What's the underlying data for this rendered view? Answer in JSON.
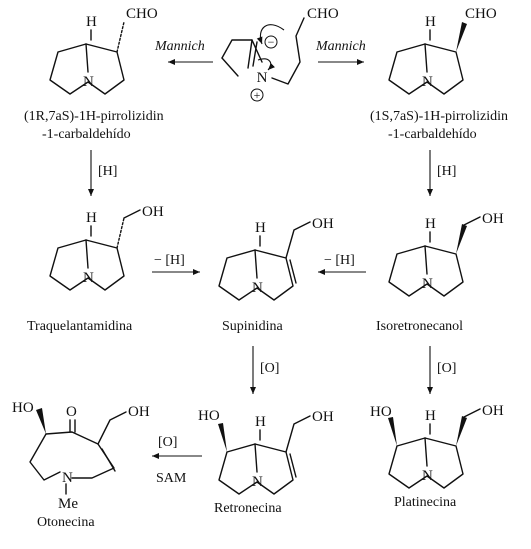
{
  "atoms": {
    "H": "H",
    "N": "N",
    "CHO": "CHO",
    "OH": "OH",
    "HO": "HO",
    "O": "O",
    "Me": "Me",
    "plus": "+",
    "minus": "−"
  },
  "compounds": {
    "aldehyde_R_line1": "(1R,7aS)-1H-pirrolizidin",
    "aldehyde_R_line2": "-1-carbaldehído",
    "aldehyde_S_line1": "(1S,7aS)-1H-pirrolizidin",
    "aldehyde_S_line2": "-1-carbaldehído",
    "trachelanthamidine": "Traquelantamidina",
    "supinidine": "Supinidina",
    "isoretronecanol": "Isoretronecanol",
    "retronecine": "Retronecina",
    "platynecine": "Platinecina",
    "otonecine": "Otonecina"
  },
  "reactions": {
    "mannich_left": "Mannich",
    "mannich_right": "Mannich",
    "reduce_left": "[H]",
    "reduce_right": "[H]",
    "minus_h_left": "− [H]",
    "minus_h_right": "− [H]",
    "oxidize_supinidine": "[O]",
    "oxidize_isoretronecanol": "[O]",
    "oxidize_retronecine": "[O]",
    "sam": "SAM"
  }
}
